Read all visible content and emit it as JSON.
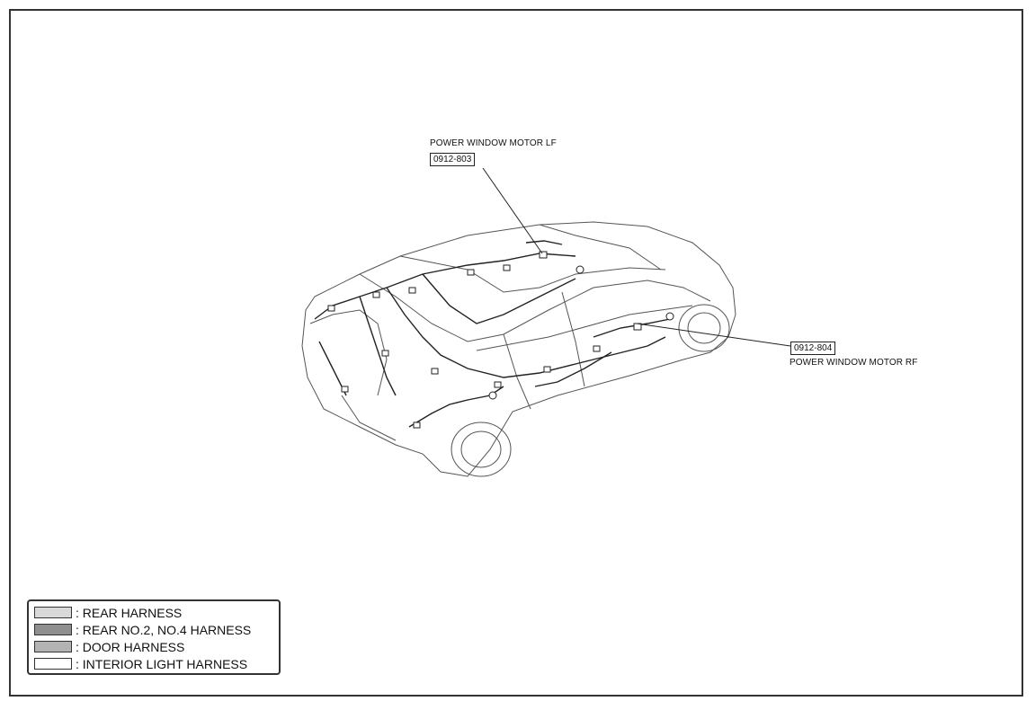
{
  "callouts": {
    "lf": {
      "label": "POWER WINDOW MOTOR LF",
      "code": "0912-803"
    },
    "rf": {
      "code": "0912-804",
      "label": "POWER WINDOW MOTOR RF"
    }
  },
  "legend": {
    "items": [
      {
        "text": ": REAR HARNESS",
        "swatch_color": "#d9d9d9"
      },
      {
        "text": ": REAR NO.2, NO.4 HARNESS",
        "swatch_color": "#8f8f8f"
      },
      {
        "text": ": DOOR HARNESS",
        "swatch_color": "#b3b3b3"
      },
      {
        "text": ": INTERIOR LIGHT HARNESS",
        "swatch_color": "#ffffff"
      }
    ]
  }
}
